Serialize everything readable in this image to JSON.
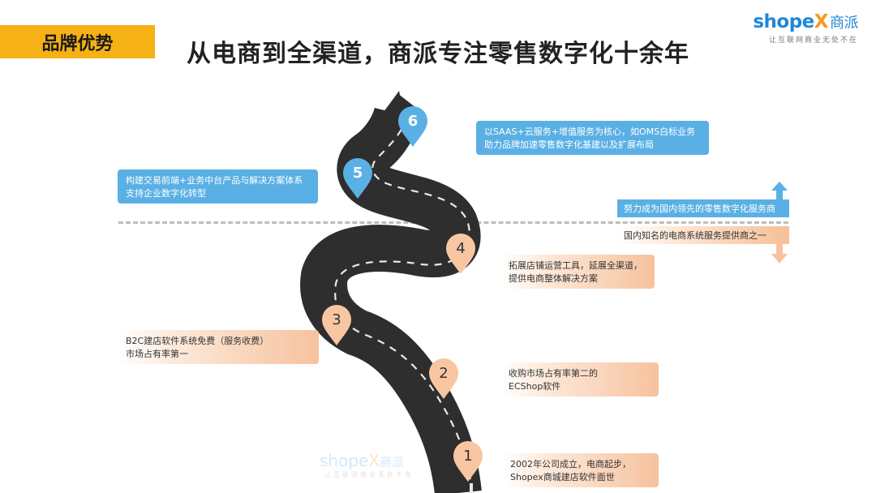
{
  "tag": "品牌优势",
  "title": "从电商到全渠道，商派专注零售数字化十余年",
  "logo": {
    "brand_pre": "shope",
    "brand_x": "X",
    "brand_cn": "商派",
    "slogan": "让互联网商业无处不在"
  },
  "legend": {
    "up": "努力成为国内领先的零售数字化服务商",
    "down": "国内知名的电商系统服务提供商之一"
  },
  "milestones": [
    {
      "num": "1",
      "text_line1": "2002年公司成立，电商起步，",
      "text_line2": "Shopex商城建店软件面世"
    },
    {
      "num": "2",
      "text_line1": "收购市场占有率第二的",
      "text_line2": "ECShop软件"
    },
    {
      "num": "3",
      "text_line1": "B2C建店软件系统免费（服务收费）",
      "text_line2": "市场占有率第一"
    },
    {
      "num": "4",
      "text_line1": "拓展店铺运营工具，延展全渠道，",
      "text_line2": "提供电商整体解决方案"
    },
    {
      "num": "5",
      "text_line1": "构建交易前端+业务中台产品与解决方案体系",
      "text_line2": "支持企业数字化转型"
    },
    {
      "num": "6",
      "text_line1": "以SAAS+云服务+增值服务为核心，如OMS白标业务",
      "text_line2": "助力品牌加速零售数字化基建以及扩展布局"
    }
  ],
  "watermark": {
    "brand_pre": "shope",
    "brand_x": "X",
    "brand_cn": "商派",
    "slogan": "让互联网商业无处不在"
  },
  "colors": {
    "accent": "#f6b114",
    "blue": "#5ab0e4",
    "peach": "#f6c29e",
    "road": "#2e2e2e"
  }
}
